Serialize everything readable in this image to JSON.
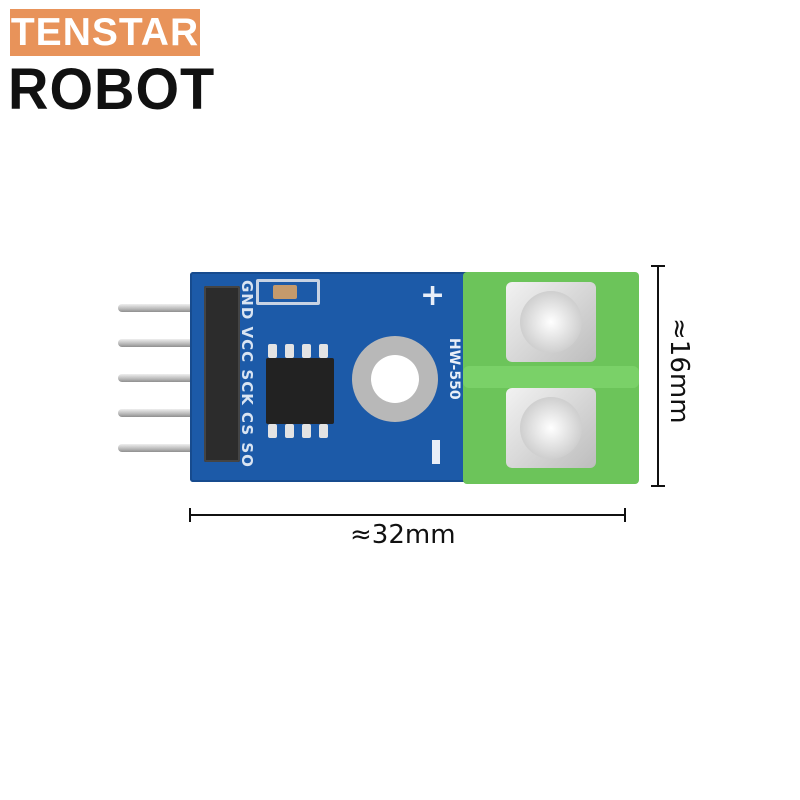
{
  "logo": {
    "line1": "TENSTAR",
    "line2": "ROBOT",
    "accent_color": "#e8935a"
  },
  "module": {
    "pin_labels": "GND VCC SCK CS SO",
    "model": "HW-550",
    "plus_sign": "+",
    "board_color": "#1c5aa8",
    "terminal_color": "#6cc45a"
  },
  "dimensions": {
    "width": "≈32mm",
    "height": "≈16mm"
  }
}
